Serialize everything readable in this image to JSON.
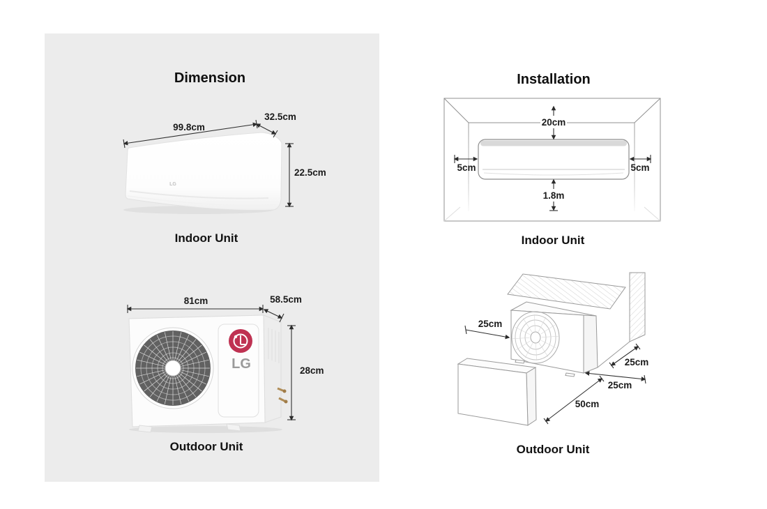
{
  "dimension_panel": {
    "title": "Dimension",
    "indoor": {
      "caption": "Indoor Unit",
      "width": "99.8cm",
      "depth": "32.5cm",
      "height": "22.5cm",
      "logo": "LG"
    },
    "outdoor": {
      "caption": "Outdoor Unit",
      "width": "81cm",
      "depth": "58.5cm",
      "height": "28cm",
      "logo": "LG"
    }
  },
  "installation_panel": {
    "title": "Installation",
    "indoor": {
      "caption": "Indoor Unit",
      "ceiling_clearance": "20cm",
      "left_clearance": "5cm",
      "right_clearance": "5cm",
      "floor_clearance": "1.8m"
    },
    "outdoor": {
      "caption": "Outdoor Unit",
      "front_left_clearance": "25cm",
      "rear_clearance": "25cm",
      "side_clearance": "25cm",
      "front_clearance": "50cm"
    }
  },
  "colors": {
    "page_bg": "#ffffff",
    "panel_bg": "#ececec",
    "lg_red": "#bf3252",
    "dimension_line": "#2f2f2f",
    "drawing_outline": "#909090",
    "text": "#111111"
  }
}
